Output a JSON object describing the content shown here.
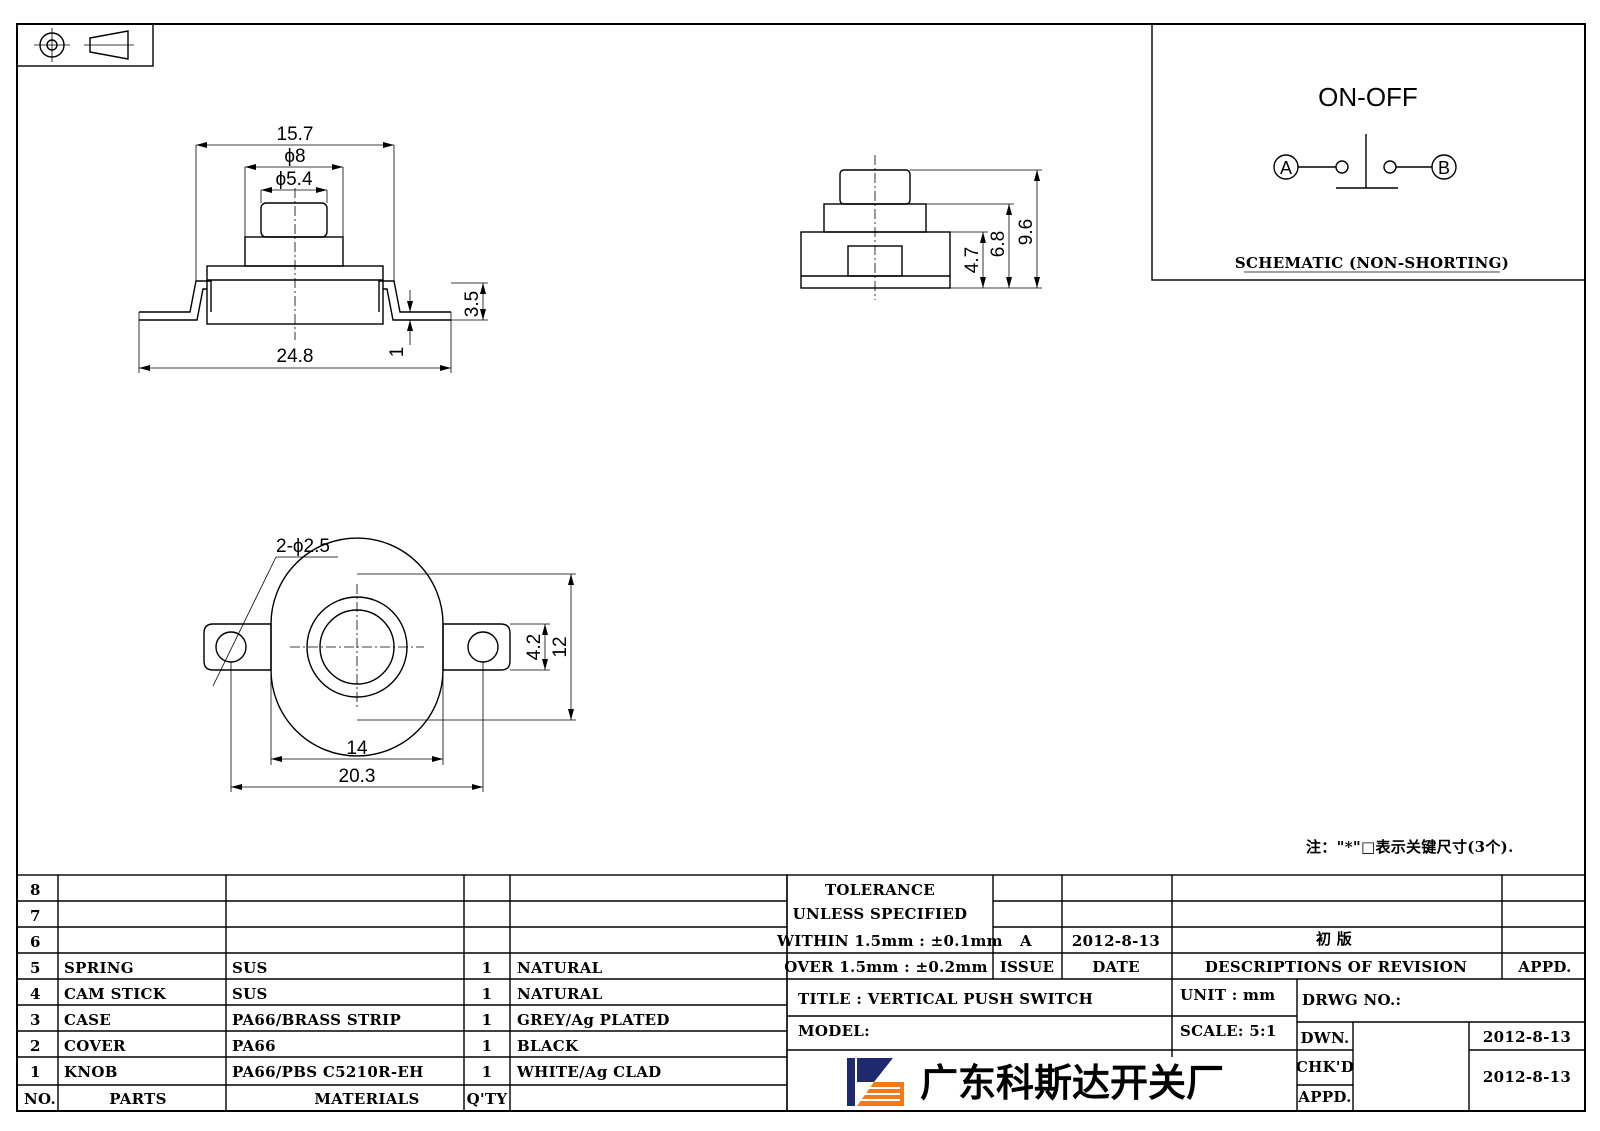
{
  "drawing": {
    "top_view": {
      "w_total": "15.7",
      "d_outer": "ϕ8",
      "d_inner": "ϕ5.4",
      "h_body": "3.5",
      "w_base": "24.8",
      "h_foot": "1"
    },
    "side_view": {
      "h_1": "4.7",
      "h_2": "6.8",
      "h_3": "9.6"
    },
    "plan_view": {
      "holes": "2-ϕ2.5",
      "w_body": "14",
      "w_total": "20.3",
      "h_slot": "4.2",
      "h_total": "12"
    },
    "schematic": {
      "title": "ON-OFF",
      "node_a": "A",
      "node_b": "B",
      "caption": "SCHEMATIC (NON-SHORTING)"
    },
    "note": "注：\"*\"□表示关键尺寸(3个)."
  },
  "bom": {
    "rows": [
      {
        "no": "8",
        "part": "",
        "material": "",
        "qty": "",
        "finish": ""
      },
      {
        "no": "7",
        "part": "",
        "material": "",
        "qty": "",
        "finish": ""
      },
      {
        "no": "6",
        "part": "",
        "material": "",
        "qty": "",
        "finish": ""
      },
      {
        "no": "5",
        "part": "SPRING",
        "material": "SUS",
        "qty": "1",
        "finish": "NATURAL"
      },
      {
        "no": "4",
        "part": "CAM STICK",
        "material": "SUS",
        "qty": "1",
        "finish": "NATURAL"
      },
      {
        "no": "3",
        "part": "CASE",
        "material": "PA66/BRASS STRIP",
        "qty": "1",
        "finish": "GREY/Ag PLATED"
      },
      {
        "no": "2",
        "part": "COVER",
        "material": "PA66",
        "qty": "1",
        "finish": "BLACK"
      },
      {
        "no": "1",
        "part": "KNOB",
        "material": "PA66/PBS C5210R-EH",
        "qty": "1",
        "finish": "WHITE/Ag CLAD"
      }
    ],
    "headers": {
      "no": "NO.",
      "parts": "PARTS",
      "materials": "MATERIALS",
      "qty": "Q'TY"
    }
  },
  "title_block": {
    "tolerance_1": "TOLERANCE",
    "tolerance_2": "UNLESS  SPECIFIED",
    "tolerance_3": "WITHIN 1.5mm : ±0.1mm",
    "tolerance_4": "OVER 1.5mm : ±0.2mm",
    "rev_issue": "A",
    "rev_date": "2012-8-13",
    "rev_desc": "初  版",
    "hdr_issue": "ISSUE",
    "hdr_date": "DATE",
    "hdr_desc": "DESCRIPTIONS OF REVISION",
    "hdr_appd": "APPD.",
    "title": "TITLE :  VERTICAL PUSH SWITCH",
    "unit": "UNIT :  mm",
    "drwg_no": "DRWG NO.:",
    "model": "MODEL:",
    "scale": "SCALE:  5:1",
    "dwn": "DWN.",
    "dwn_date": "2012-8-13",
    "chkd": "CHK'D",
    "appd": "APPD.",
    "chk_date": "2012-8-13",
    "company": "广东科斯达开关厂",
    "logo_colors": {
      "navy": "#1f2a6e",
      "orange": "#f07a1c"
    }
  }
}
